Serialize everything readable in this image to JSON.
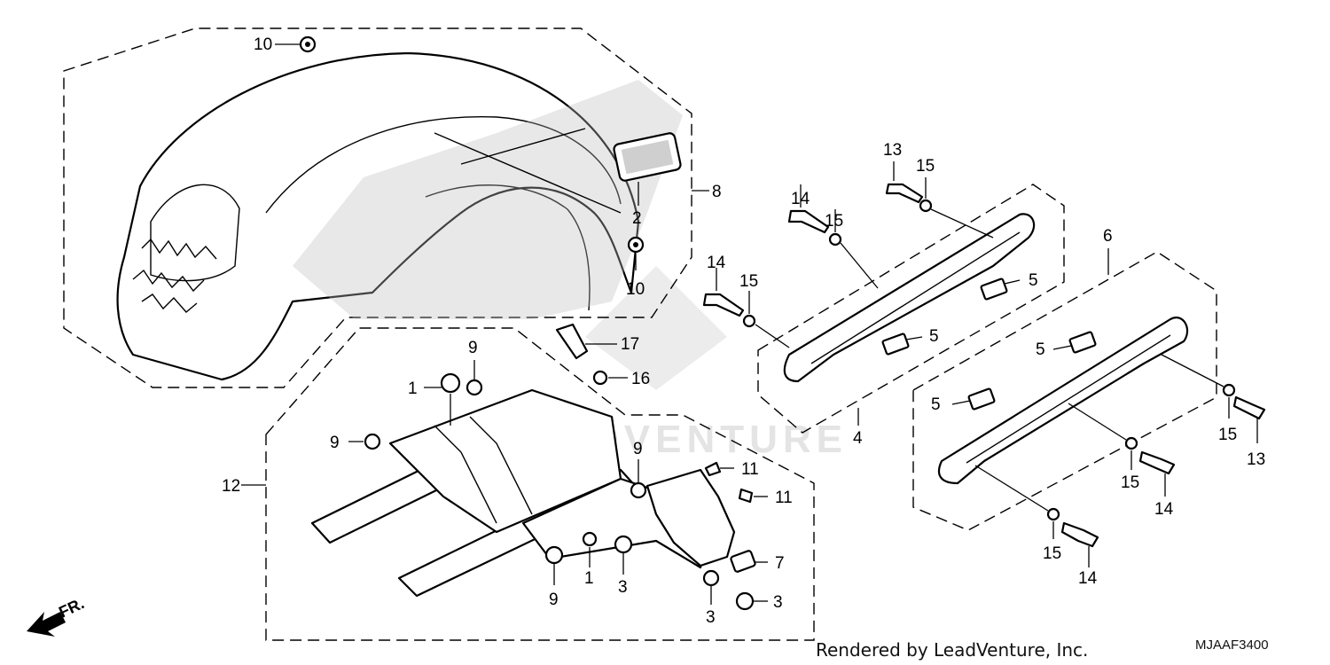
{
  "watermark": "LEADVENTURE",
  "footer": {
    "rendered_by": "Rendered by LeadVenture, Inc.",
    "diagram_code": "MJAAF3400"
  },
  "direction_indicator": "FR.",
  "callouts": {
    "c10a": "10",
    "c2": "2",
    "c10b": "10",
    "c8": "8",
    "c17": "17",
    "c16": "16",
    "c1a": "1",
    "c9a": "9",
    "c9b": "9",
    "c12": "12",
    "c9c": "9",
    "c11a": "11",
    "c11b": "11",
    "c7": "7",
    "c9d": "9",
    "c1b": "1",
    "c3a": "3",
    "c3b": "3",
    "c3c": "3",
    "c13a": "13",
    "c15a": "15",
    "c14a": "14",
    "c15b": "15",
    "c14b": "14",
    "c15c": "15",
    "c5a": "5",
    "c5b": "5",
    "c4": "4",
    "c6": "6",
    "c5c": "5",
    "c5d": "5",
    "c15d": "15",
    "c13b": "13",
    "c15e": "15",
    "c14c": "14",
    "c15f": "15",
    "c14d": "14"
  }
}
